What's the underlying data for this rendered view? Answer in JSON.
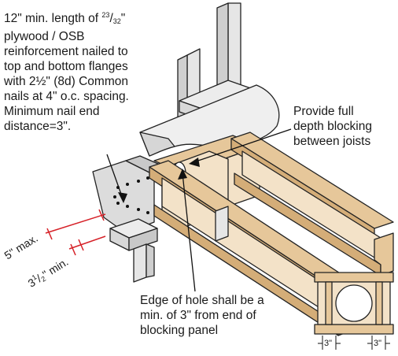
{
  "note_reinforcement": {
    "line1_pre": "12\" min. length of ",
    "frac_num": "23",
    "frac_slash": "/",
    "frac_den": "32",
    "line1_post": "\"",
    "lines": [
      "plywood / OSB",
      "reinforcement nailed to",
      "top and bottom flanges",
      "with 2½\" (8d) Common",
      "nails at 4\" o.c. spacing.",
      "Minimum nail end",
      "distance=3\"."
    ]
  },
  "note_blocking": {
    "lines": [
      "Provide full",
      "depth blocking",
      "between joists"
    ]
  },
  "note_hole": {
    "lines": [
      "Edge of hole shall be a",
      "min. of 3\" from end of",
      "blocking panel"
    ]
  },
  "dim_bearing": {
    "max_label": "5\" max.",
    "min_pre": "3",
    "min_num": "1",
    "min_den": "2",
    "min_post": "\" min."
  },
  "inset_dims": {
    "left": "3\"",
    "right": "3\""
  },
  "colors": {
    "joist_flange": "#e6c79a",
    "joist_web": "#f3e2c8",
    "post": "#e9e9e9",
    "plywood": "#dcdcdc",
    "outline": "#222222",
    "dim_red": "#d62027"
  }
}
